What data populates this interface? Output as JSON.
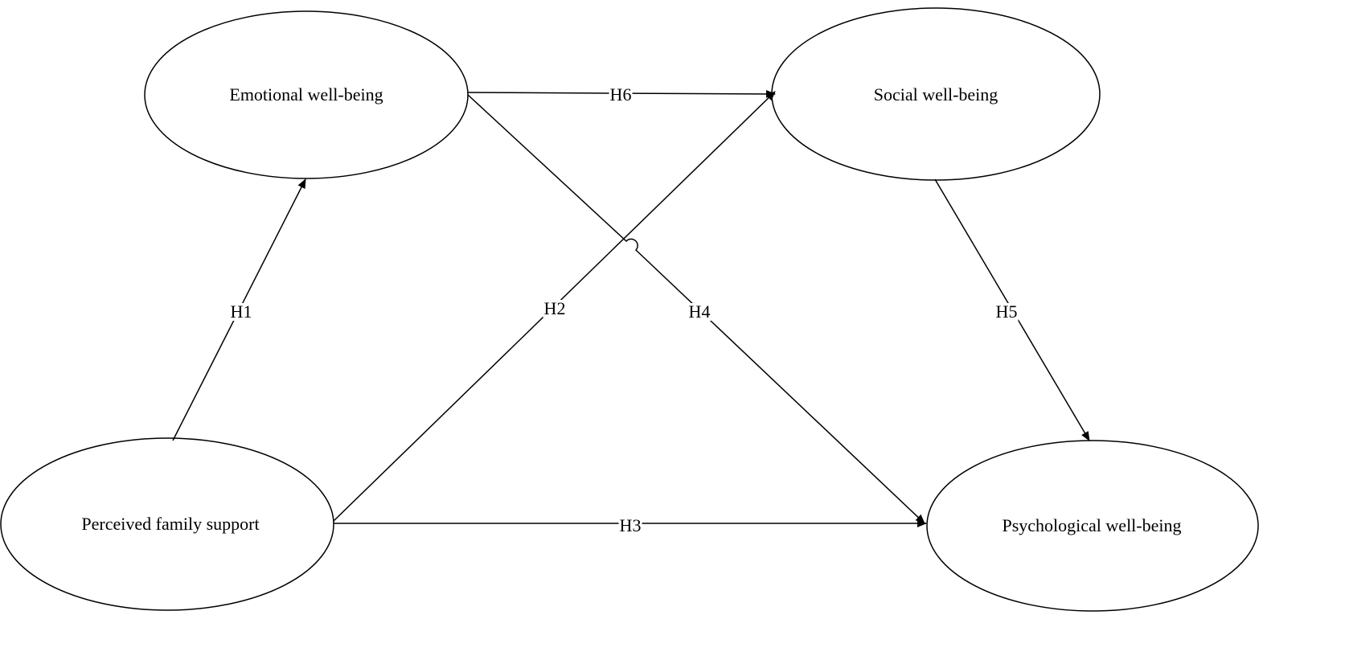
{
  "nodes": {
    "emotional": "Emotional well-being",
    "social": "Social well-being",
    "family": "Perceived family support",
    "psychological": "Psychological well-being"
  },
  "edges": {
    "h1": "H1",
    "h2": "H2",
    "h3": "H3",
    "h4": "H4",
    "h5": "H5",
    "h6": "H6"
  }
}
